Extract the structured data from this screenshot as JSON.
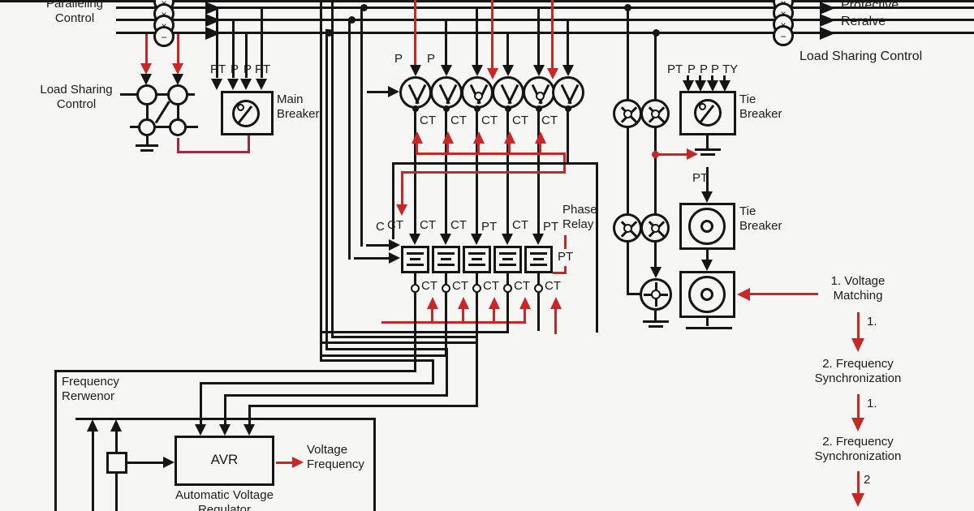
{
  "colors": {
    "line_black": "#151515",
    "signal_red": "#c62828",
    "loop_maroon": "#9b2d3e",
    "background": "#f6f6f4"
  },
  "top": {
    "paralleling_control": "Paralleling Control",
    "load_sharing_left": "Load Sharing Control",
    "main_pt_labels": [
      "PT",
      "P",
      "P",
      "PT"
    ],
    "main_breaker": "Main Breaker",
    "p_labels": [
      "P",
      "P"
    ],
    "ct_row_top": [
      "CT",
      "CT",
      "CT",
      "CT",
      "CT"
    ],
    "protective_relay_line1": "Protective",
    "protective_relay_line2": "Reralve",
    "load_sharing_right": "Load Sharing Control",
    "tie_pt_labels": [
      "PT",
      "P",
      "P",
      "P",
      "TY"
    ]
  },
  "middle": {
    "relay_input_labels": [
      "C",
      "CT",
      "CT",
      "CT",
      "PT",
      "CT",
      "PT"
    ],
    "phase_relay_line1": "Phase",
    "phase_relay_line2": "Relay",
    "pt_below_phase": "PT",
    "tie_breaker_1": "Tie Breaker",
    "pt_tie2": "PT",
    "tie_breaker_2": "Tie Breaker",
    "ct_row_bottom": [
      "CT",
      "CT",
      "CT",
      "CT",
      "CT"
    ]
  },
  "steps": {
    "step1": "1. Voltage Matching",
    "step1_num": "1.",
    "step2": "2. Frequency Synchronization",
    "step2_num": "1.",
    "step3": "2. Frequency Synchronization",
    "step3_num": "2"
  },
  "bottom": {
    "frequency_governor_line1": "Frequency",
    "frequency_governor_line2": "Rerwenor",
    "avr": "AVR",
    "avr_caption_line1": "Automatic Voltage",
    "avr_caption_line2": "Regulator",
    "voltage_frequency_line1": "Voltage",
    "voltage_frequency_line2": "Frequency"
  }
}
